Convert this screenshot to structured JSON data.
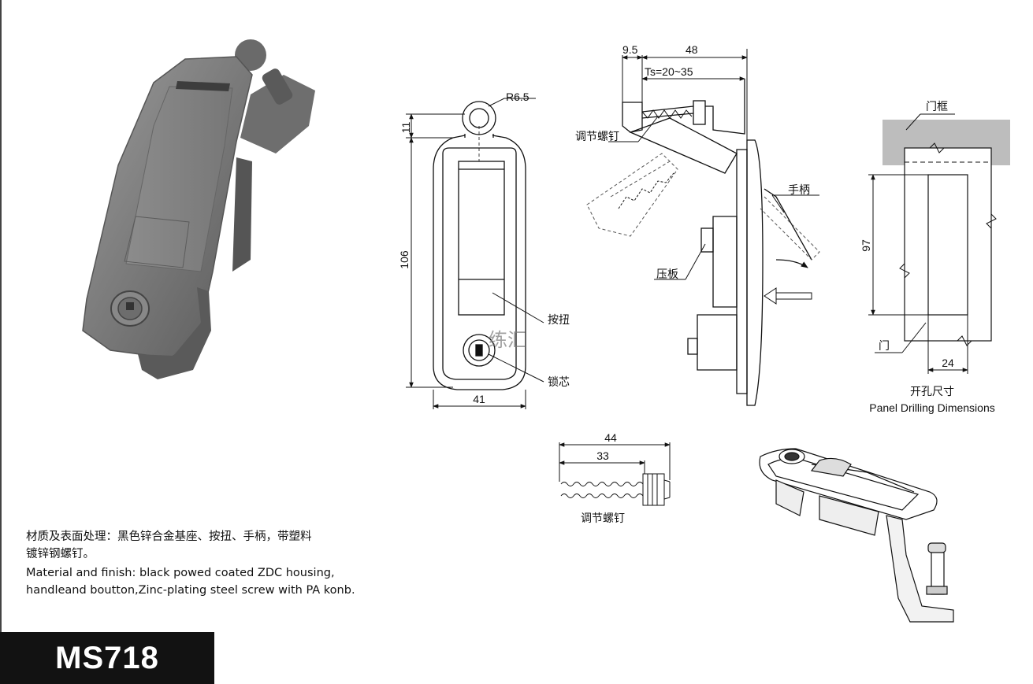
{
  "dimensions": {
    "radius": "R6.5",
    "top_offset": "11",
    "height": "106",
    "width": "41",
    "offset": "9.5",
    "depth": "48",
    "thickness": "Ts=20~35",
    "panel_height": "97",
    "panel_width": "24",
    "screw_total": "44",
    "screw_thread": "33"
  },
  "labels": {
    "adjust_screw": "调节螺钉",
    "handle": "手柄",
    "pressure_plate": "压板",
    "button": "按扭",
    "lock_core": "锁芯",
    "door_frame": "门框",
    "door": "门",
    "panel_cn": "开孔尺寸",
    "panel_en": "Panel Drilling Dimensions",
    "screw_caption": "调节螺钉",
    "watermark": "练汇"
  },
  "material": {
    "cn_line1": "材质及表面处理：黑色锌合金基座、按扭、手柄，带塑料",
    "cn_line2": "镀锌钢螺钉。",
    "en_line1": "Material and finish: black powed coated ZDC housing,",
    "en_line2": "handleand boutton,Zinc-plating steel screw with PA konb."
  },
  "model": "MS718",
  "colors": {
    "body_gray": "#7a7a7a",
    "frame_gray": "#bdbdbd",
    "label_bg": "#121212"
  }
}
